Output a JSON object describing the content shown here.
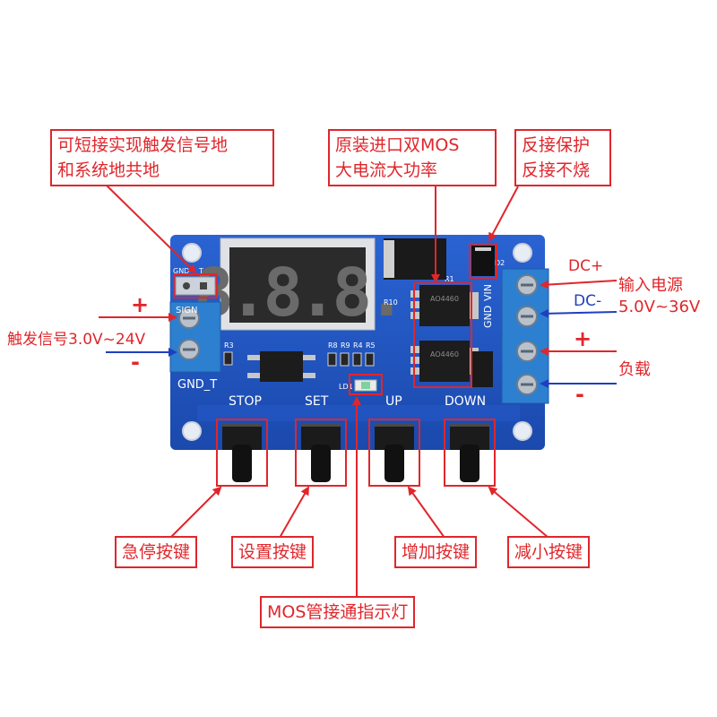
{
  "callouts": {
    "gnd_short": [
      "可短接实现触发信号地",
      "和系统地共地"
    ],
    "mos": [
      "原装进口双MOS",
      "大电流大功率"
    ],
    "reverse": [
      "反接保护",
      "反接不烧"
    ],
    "stop_btn": "急停按键",
    "set_btn": "设置按键",
    "up_btn": "增加按键",
    "down_btn": "减小按键",
    "mos_led": "MOS管接通指示灯"
  },
  "side_labels": {
    "trigger_signal": "触发信号3.0V~24V",
    "trigger_plus": "+",
    "trigger_minus": "-",
    "dc_plus": "DC+",
    "dc_minus": "DC-",
    "power_input": "输入电源",
    "power_range": "5.0V~36V",
    "load_plus": "+",
    "load_minus": "-",
    "load": "负载"
  },
  "board": {
    "display": "8.8.8.",
    "button_labels": [
      "STOP",
      "SET",
      "UP",
      "DOWN"
    ],
    "silk_gnd_t": "GND_T",
    "silk_signal": "SIGN",
    "silk_gnd_small": "GND",
    "silk_t": "T",
    "silk_terminal": [
      "GND",
      "VIN"
    ],
    "silk_refs": [
      "R3",
      "R8",
      "R9",
      "R4",
      "R5",
      "R10",
      "R1",
      "D2",
      "LD1"
    ],
    "mosfet_marking": "AO4460",
    "colors": {
      "pcb": "#1f56c4",
      "terminal_block": "#2d7fd0",
      "arrow_red": "#e0262b",
      "arrow_blue": "#1f3fbf"
    }
  }
}
